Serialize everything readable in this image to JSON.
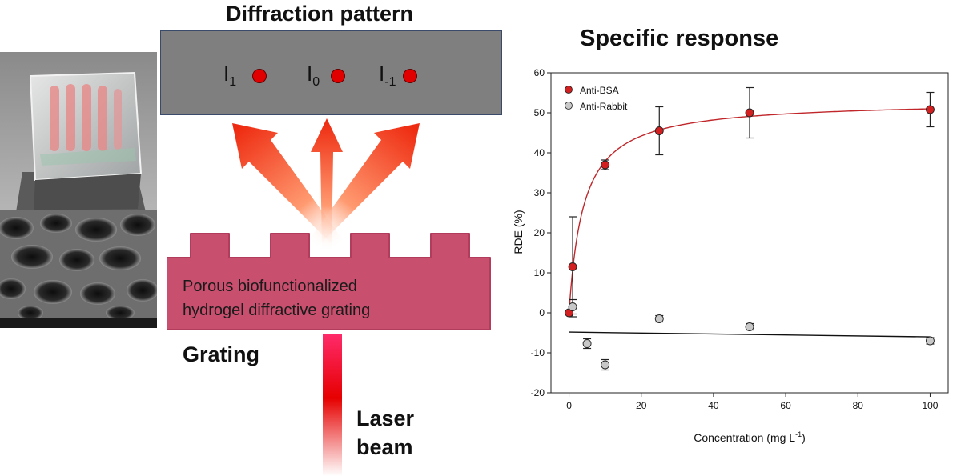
{
  "diagram": {
    "diffraction_title": "Diffraction pattern",
    "orders": [
      {
        "base": "I",
        "sub": "1"
      },
      {
        "base": "I",
        "sub": "0"
      },
      {
        "base": "I",
        "sub": "-1"
      }
    ],
    "grating_text_line1": "Porous biofunctionalized",
    "grating_text_line2": "hydrogel diffractive grating",
    "grating_label": "Grating",
    "laser_label_line1": "Laser",
    "laser_label_line2": "beam",
    "specific_title": "Specific response",
    "colors": {
      "screen": "#7f7f7f",
      "grating": "#c8506e",
      "spot": "#e00000",
      "beam": "#ff3a1a",
      "fit_anti_bsa": "#c0262a"
    }
  },
  "chart_data": {
    "type": "scatter",
    "xlabel": "Concentration (mg L",
    "xlabel_sup": "-1",
    "xlabel_end": ")",
    "ylabel": "RDE (%)",
    "xlim": [
      -5,
      105
    ],
    "ylim": [
      -20,
      60
    ],
    "xticks": [
      0,
      20,
      40,
      60,
      80,
      100
    ],
    "yticks": [
      -20,
      -10,
      0,
      10,
      20,
      30,
      40,
      50,
      60
    ],
    "legend_position": "top-left",
    "series": [
      {
        "name": "Anti-BSA",
        "color": "#d21f1f",
        "x": [
          0,
          1,
          10,
          25,
          50,
          100
        ],
        "y": [
          0,
          11.5,
          37,
          45.5,
          50,
          50.8
        ],
        "err": [
          0,
          12.5,
          1.2,
          6,
          6.3,
          4.3
        ],
        "fit": "saturation",
        "fit_color": "#c0262a"
      },
      {
        "name": "Anti-Rabbit",
        "color": "#c8c8c8",
        "x": [
          1,
          5,
          10,
          25,
          50,
          100
        ],
        "y": [
          1.5,
          -7.7,
          -13,
          -1.5,
          -3.5,
          -7
        ],
        "err": [
          1.8,
          1.2,
          1.3,
          0.8,
          0.8,
          0.8
        ],
        "fit": "linear",
        "fit_color": "#111111"
      }
    ]
  }
}
